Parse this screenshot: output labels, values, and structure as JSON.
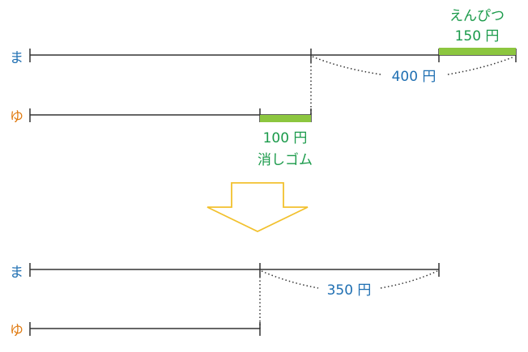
{
  "colors": {
    "line": "#333333",
    "label_ma": "#1f6fb2",
    "label_yu": "#e07a10",
    "green_bar": "#8cc63f",
    "green_text": "#1a9a4a",
    "blue_text": "#1f6fb2",
    "arrow": "#f2c12e"
  },
  "top": {
    "ma_label": "ま",
    "yu_label": "ゆ",
    "pencil_name": "えんぴつ",
    "pencil_price": "150 円",
    "diff_label": "400 円",
    "eraser_price": "100 円",
    "eraser_name": "消しゴム"
  },
  "bottom": {
    "ma_label": "ま",
    "yu_label": "ゆ",
    "diff_label": "350 円"
  },
  "arrow_icon": "down-arrow-icon"
}
